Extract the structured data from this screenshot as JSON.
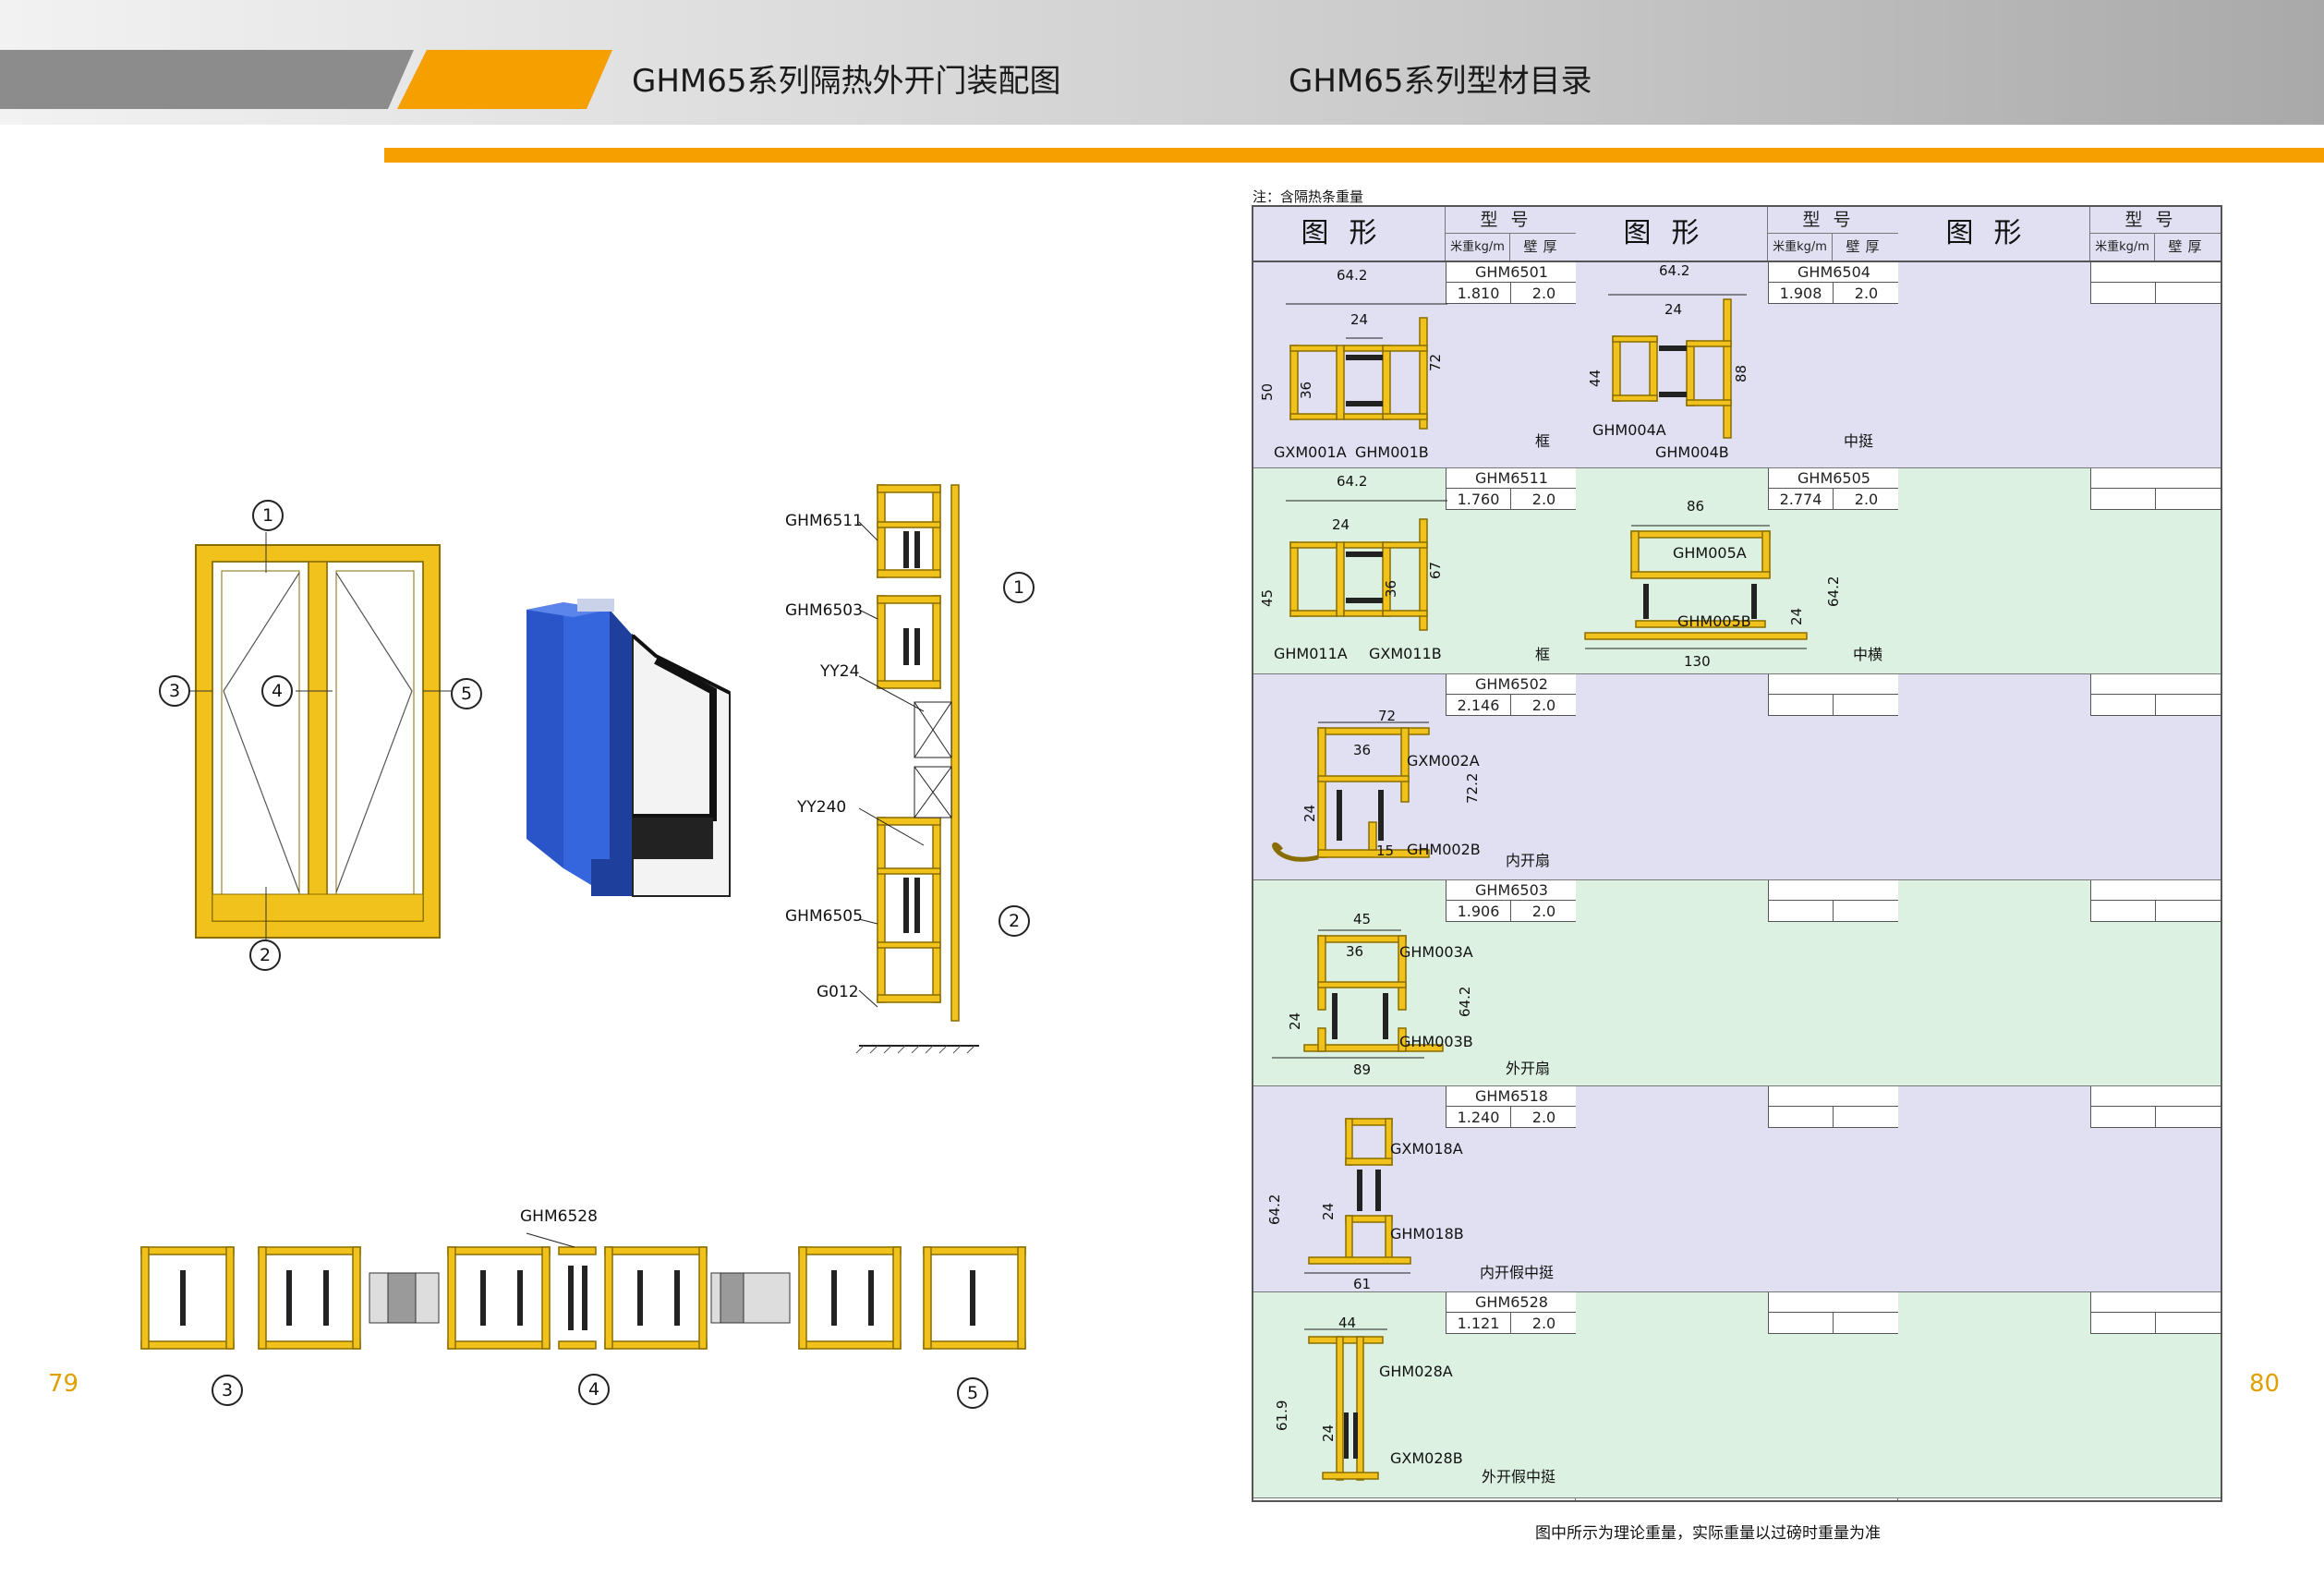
{
  "header": {
    "left_title": "GHM65系列隔热外开门装配图",
    "right_title": "GHM65系列型材目录",
    "colors": {
      "orange": "#f5a000",
      "gray": "#8c8c8c",
      "profile": "#f1c21b",
      "render_blue": "#2a55c8"
    }
  },
  "pages": {
    "left": "79",
    "right": "80"
  },
  "assembly": {
    "elevation_callouts": [
      "1",
      "2",
      "3",
      "4",
      "5"
    ],
    "section_labels": [
      "GHM6511",
      "GHM6503",
      "YY24",
      "YY240",
      "GHM6505",
      "G012"
    ],
    "section_callouts": [
      "1",
      "2"
    ],
    "horizontal_label": "GHM6528",
    "horizontal_callouts": [
      "3",
      "4",
      "5"
    ]
  },
  "catalog": {
    "note": "注：含隔热条重量",
    "header": {
      "figure": "图形",
      "model": "型号",
      "weight": "米重kg/m",
      "thickness": "壁厚"
    },
    "cells": [
      {
        "code": "GHM6501",
        "weight": "1.810",
        "thickness": "2.0",
        "type": "框",
        "labels": [
          "GXM001A",
          "GHM001B"
        ],
        "dims": [
          "64.2",
          "24",
          "36",
          "50",
          "72"
        ]
      },
      {
        "code": "GHM6504",
        "weight": "1.908",
        "thickness": "2.0",
        "type": "中挺",
        "labels": [
          "GHM004A",
          "GHM004B"
        ],
        "dims": [
          "64.2",
          "24",
          "44",
          "88"
        ]
      },
      {
        "code": "GHM6511",
        "weight": "1.760",
        "thickness": "2.0",
        "type": "框",
        "labels": [
          "GHM011A",
          "GXM011B"
        ],
        "dims": [
          "64.2",
          "24",
          "45",
          "36",
          "67"
        ]
      },
      {
        "code": "GHM6505",
        "weight": "2.774",
        "thickness": "2.0",
        "type": "中横",
        "labels": [
          "GHM005A",
          "GHM005B"
        ],
        "dims": [
          "86",
          "130",
          "24",
          "64.2"
        ]
      },
      {
        "code": "GHM6502",
        "weight": "2.146",
        "thickness": "2.0",
        "type": "内开扇",
        "labels": [
          "GXM002A",
          "GHM002B"
        ],
        "dims": [
          "72",
          "36",
          "24",
          "72.2",
          "15"
        ]
      },
      {
        "code": "GHM6503",
        "weight": "1.906",
        "thickness": "2.0",
        "type": "外开扇",
        "labels": [
          "GHM003A",
          "GHM003B"
        ],
        "dims": [
          "45",
          "36",
          "24",
          "64.2",
          "89"
        ]
      },
      {
        "code": "GHM6518",
        "weight": "1.240",
        "thickness": "2.0",
        "type": "内开假中挺",
        "labels": [
          "GXM018A",
          "GHM018B"
        ],
        "dims": [
          "64.2",
          "24",
          "61"
        ]
      },
      {
        "code": "GHM6528",
        "weight": "1.121",
        "thickness": "2.0",
        "type": "外开假中挺",
        "labels": [
          "GHM028A",
          "GXM028B"
        ],
        "dims": [
          "44",
          "61.9",
          "24"
        ]
      }
    ]
  },
  "footer_note": "图中所示为理论重量，实际重量以过磅时重量为准"
}
